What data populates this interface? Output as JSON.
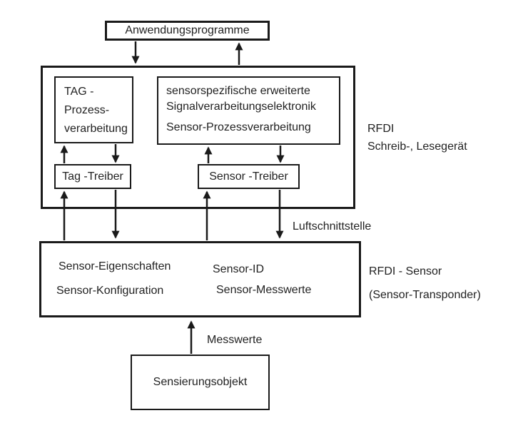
{
  "colors": {
    "background": "#ffffff",
    "line": "#1a1a1a",
    "text": "#222222"
  },
  "app_box": {
    "label": "Anwendungsprogramme"
  },
  "reader": {
    "label_line1": "RFDI",
    "label_line2": "Schreib-, Lesegerät",
    "tag_prozess": {
      "lines": [
        "TAG -",
        "Prozess-",
        "verarbeitung"
      ]
    },
    "sensor_elektronik": {
      "lines": [
        "sensorspezifische erweiterte",
        "Signalverarbeitungselektronik",
        "Sensor-Prozessverarbeitung"
      ]
    },
    "tag_treiber": {
      "label": "Tag -Treiber"
    },
    "sensor_treiber": {
      "label": "Sensor -Treiber"
    }
  },
  "air_interface": {
    "label": "Luftschnittstelle"
  },
  "sensor": {
    "label_line1": "RFDI - Sensor",
    "label_line2": "(Sensor-Transponder)",
    "items": [
      "Sensor-Eigenschaften",
      "Sensor-Konfiguration",
      "Sensor-ID",
      "Sensor-Messwerte"
    ]
  },
  "messwerte_label": "Messwerte",
  "sensing_object": {
    "label": "Sensierungsobjekt"
  }
}
